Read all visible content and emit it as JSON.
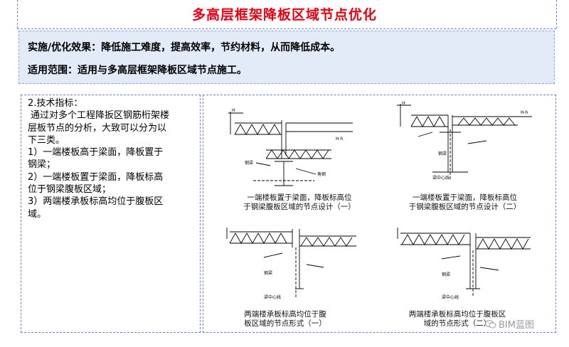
{
  "title": "多高层框架降板区域节点优化",
  "intro": {
    "line1": "实施/优化效果：降低施工难度，提高效率，节约材料，从而降低成本。",
    "line2": "适用范围：适用与多高层框架降板区域节点施工。"
  },
  "tech": {
    "heading": "2.技术指标：",
    "lines": [
      "通过对多个工程降扳区钢筋桁架楼",
      "层板节点的分析，大致可以分为以",
      "下三类。",
      "1）一端楼板高于梁面，降板置于",
      "钢梁；",
      "2）一端楼板置于梁面，降板标高",
      "位于钢梁腹板区域；",
      "3）两端楼承板标高均位于腹板区",
      "域。"
    ]
  },
  "figures": [
    {
      "caption": [
        "一端楼板置于梁面，降板标高位",
        "于钢梁腹板区域的节点设计（一）"
      ],
      "labels": [
        "H",
        "H-h",
        "钢梁",
        "角钢"
      ]
    },
    {
      "caption": [
        "一端楼板置于梁面，降板标高位",
        "于钢梁腹板区域的节点设计（二）"
      ],
      "labels": [
        "H",
        "H-h",
        "钢梁",
        "梁中心线"
      ]
    },
    {
      "caption": [
        "两端楼承板标高均位于腹",
        "板区域的节点形式（一）"
      ],
      "labels": [
        "钢梁",
        "梁中心线"
      ]
    },
    {
      "caption": [
        "两端楼承板标高均位于腹板区",
        "域的节点形式（二）"
      ],
      "labels": [
        "钢梁",
        "梁中心线"
      ]
    }
  ],
  "watermark": "BIM蓝图"
}
